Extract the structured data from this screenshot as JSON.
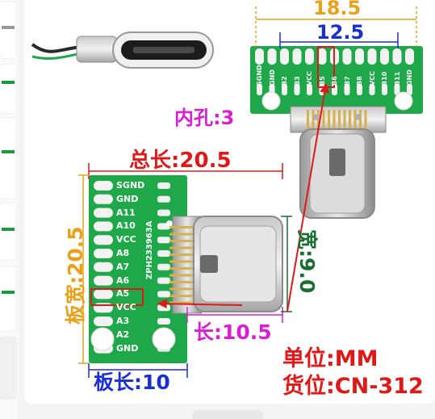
{
  "dimensions": {
    "total_width": "18.5",
    "pin_span": "12.5",
    "inner_hole": "内孔:3",
    "total_length": "总长:20.5",
    "board_width": "板宽:20.5",
    "width": "宽:9.0",
    "length": "长:10.5",
    "board_length": "板长:10"
  },
  "info": {
    "unit": "单位:MM",
    "item_code": "货位:CN-312"
  },
  "top_board_pins": [
    "SGND",
    "GND",
    "B2",
    "B3",
    "VCC",
    "B5",
    "B6",
    "B7",
    "B8",
    "VCC",
    "B10",
    "B11",
    "GND"
  ],
  "bottom_board_pins": [
    "SGND",
    "GND",
    "A11",
    "A10",
    "VCC",
    "A8",
    "A7",
    "A6",
    "A5",
    "VCC",
    "A3",
    "A2",
    "GND"
  ],
  "board_silk": "ZPH233963A",
  "colors": {
    "pcb_green": "#1fa84a",
    "pad_white": "#f2f2f2",
    "gold": "#e8a21a",
    "blue": "#1a2fd0",
    "red": "#e01818",
    "magenta": "#d81fd2",
    "dark_green": "#1b6e33"
  }
}
